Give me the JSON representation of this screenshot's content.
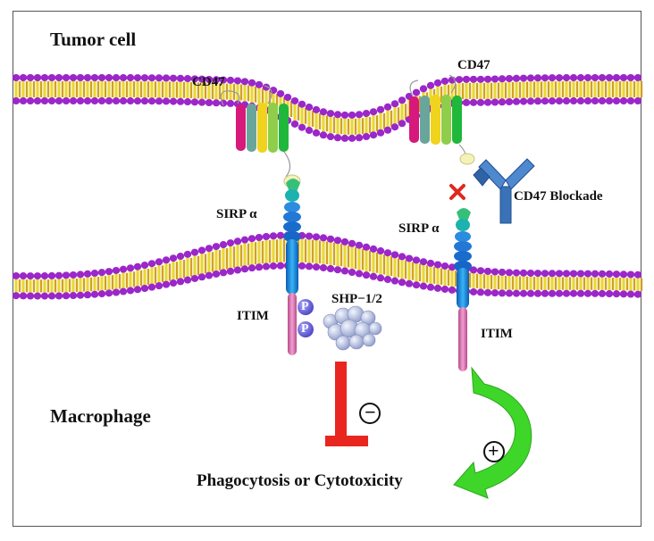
{
  "labels": {
    "tumor_cell": "Tumor cell",
    "macrophage": "Macrophage",
    "cd47_left": "CD47",
    "cd47_right": "CD47",
    "sirpa_left": "SIRP α",
    "sirpa_right": "SIRP α",
    "cd47_blockade": "CD47 Blockade",
    "itim_left": "ITIM",
    "itim_right": "ITIM",
    "shp": "SHP−1/2",
    "p1": "P",
    "p2": "P",
    "minus": "−",
    "plus": "+",
    "outcome": "Phagocytosis or Cytotoxicity"
  },
  "colors": {
    "head_purple": "#9b27c9",
    "tail_yellow": "#e8d832",
    "itim_pink": "#d46aa8",
    "sirp_blue": "#1f8fe0",
    "inhibit_red": "#e8261f",
    "activate_green": "#3fd62a",
    "antibody_blue": "#3a72b8",
    "block_x_red": "#e0281e"
  }
}
